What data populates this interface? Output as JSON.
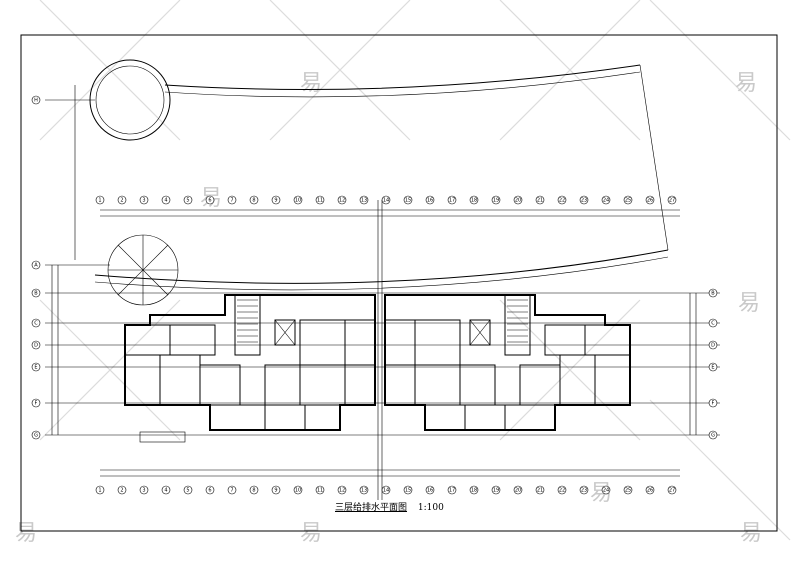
{
  "drawing": {
    "title": "三层给排水平面图",
    "scale": "1:100"
  },
  "watermark": {
    "glyph": "易"
  },
  "axes": {
    "top": [
      "1",
      "2",
      "3",
      "4",
      "5",
      "6",
      "7",
      "8",
      "9",
      "10",
      "11",
      "12",
      "13",
      "14",
      "15",
      "16",
      "17",
      "18",
      "19",
      "20",
      "21",
      "22",
      "23",
      "24",
      "25",
      "26",
      "27"
    ],
    "side": [
      "A",
      "B",
      "C",
      "D",
      "E",
      "F",
      "G",
      "H"
    ]
  },
  "colors": {
    "ink": "#000000",
    "watermark": "#c9c9c9"
  }
}
